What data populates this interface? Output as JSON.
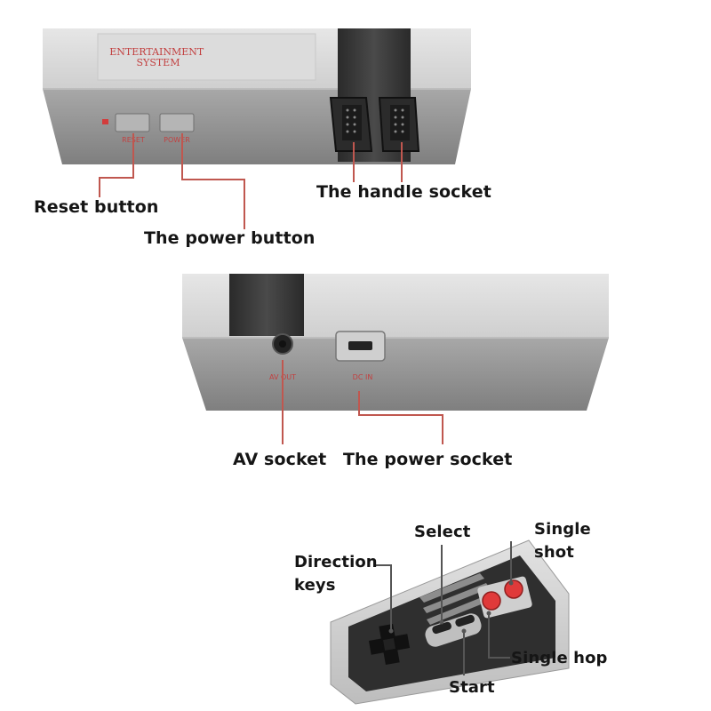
{
  "top_console": {
    "brand_label": "ENTERTAINMENT\nSYSTEM",
    "reset_label": "RESET",
    "power_label": "POWER"
  },
  "rear_console": {
    "av_label": "AV OUT",
    "dc_label": "DC IN"
  },
  "labels": {
    "reset_button": "Reset button",
    "power_button": "The power button",
    "handle_socket": "The handle socket",
    "av_socket": "AV socket",
    "power_socket": "The power socket",
    "select": "Select",
    "single_shot": "Single\nshot",
    "direction_keys": "Direction\nkeys",
    "single_hop": "Single hop",
    "start": "Start"
  },
  "colors": {
    "console_light": "#d8d8d8",
    "console_dark": "#8f8f8f",
    "console_black": "#3a3a3a",
    "leader_line": "#c0574f",
    "button_red": "#e03a3a"
  }
}
